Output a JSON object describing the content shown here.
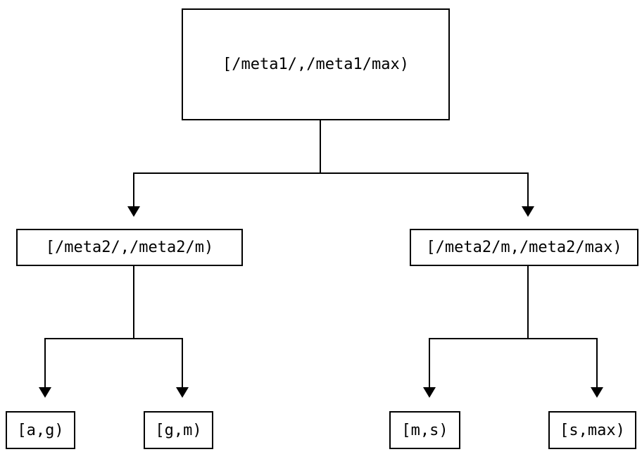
{
  "diagram": {
    "type": "tree",
    "nodes": {
      "root": {
        "label": "[/meta1/,/meta1/max)"
      },
      "meta2_low": {
        "label": "[/meta2/,/meta2/m)"
      },
      "meta2_high": {
        "label": "[/meta2/m,/meta2/max)"
      },
      "leaf_ag": {
        "label": "[a,g)"
      },
      "leaf_gm": {
        "label": "[g,m)"
      },
      "leaf_ms": {
        "label": "[m,s)"
      },
      "leaf_smax": {
        "label": "[s,max)"
      }
    },
    "edges": [
      {
        "from": "root",
        "to": "meta2_low"
      },
      {
        "from": "root",
        "to": "meta2_high"
      },
      {
        "from": "meta2_low",
        "to": "leaf_ag"
      },
      {
        "from": "meta2_low",
        "to": "leaf_gm"
      },
      {
        "from": "meta2_high",
        "to": "leaf_ms"
      },
      {
        "from": "meta2_high",
        "to": "leaf_smax"
      }
    ],
    "colors": {
      "background": "#ffffff",
      "stroke": "#000000",
      "text": "#000000"
    }
  }
}
